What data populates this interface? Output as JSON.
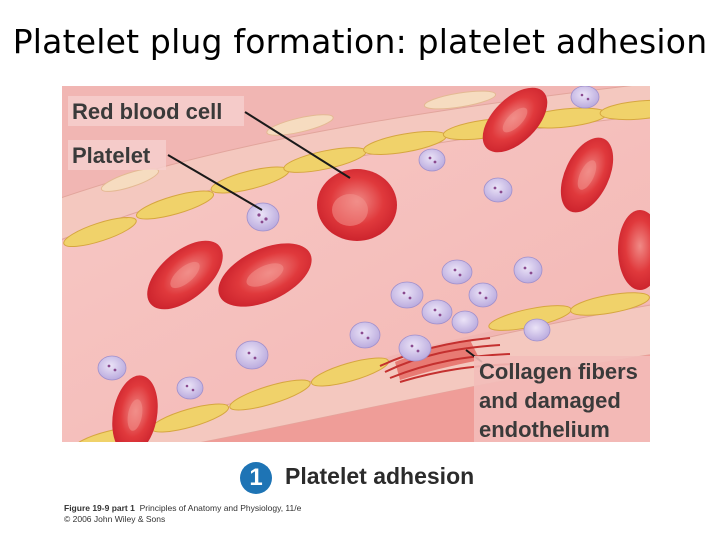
{
  "title": "Platelet plug formation: platelet adhesion",
  "labels": {
    "red_blood_cell": "Red blood cell",
    "platelet": "Platelet",
    "collagen_line1": "Collagen fibers",
    "collagen_line2": "and damaged",
    "collagen_line3": "endothelium"
  },
  "step": {
    "number": "1",
    "label": "Platelet adhesion"
  },
  "caption": {
    "figure_ref": "Figure 19-9 part 1",
    "book": "Principles of Anatomy and Physiology, 11/e",
    "copyright": "© 2006 John Wiley & Sons"
  },
  "colors": {
    "plasma": "#f6c3c3",
    "rbc": "#d9262f",
    "platelet": "#c9bde6",
    "endothelium": "#f0d26a",
    "collagen": "#c4302f"
  }
}
